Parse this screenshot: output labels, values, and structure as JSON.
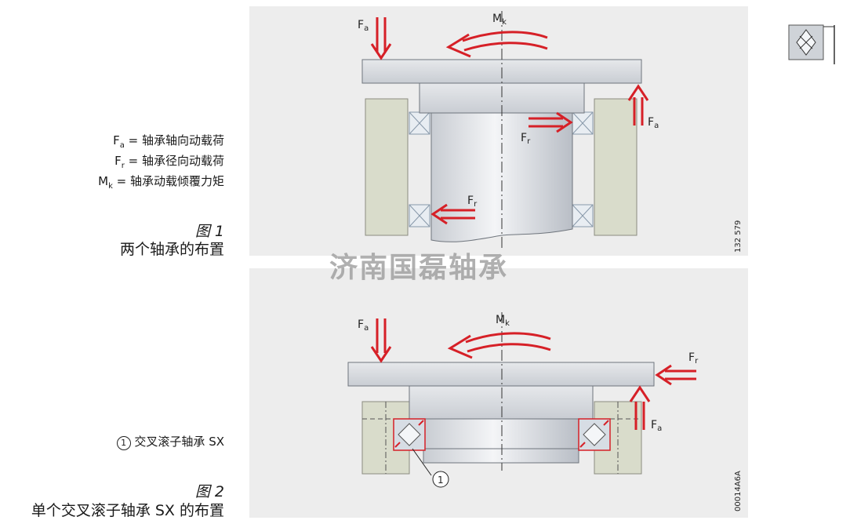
{
  "legend": {
    "fa_symbol": "F",
    "fa_sub": "a",
    "fa_text": " = 轴承轴向动载荷",
    "fr_symbol": "F",
    "fr_sub": "r",
    "fr_text": " = 轴承径向动载荷",
    "mk_symbol": "M",
    "mk_sub": "k",
    "mk_text": " = 轴承动载倾覆力矩"
  },
  "figure1": {
    "number": "图 1",
    "title": "两个轴承的布置",
    "code": "132 579"
  },
  "figure2": {
    "number": "图 2",
    "title": "单个交叉滚子轴承 SX 的布置",
    "code": "00014A6A",
    "callout_text": "交叉滚子轴承 SX",
    "callout_number": "1"
  },
  "diagram_labels": {
    "F": "F",
    "M": "M",
    "a": "a",
    "r": "r",
    "k": "k"
  },
  "watermark": "济南国磊轴承",
  "colors": {
    "arrow": "#d62027",
    "panel": "#ededed",
    "housing": "#d9dccb",
    "metal": "#e0e2e5"
  }
}
